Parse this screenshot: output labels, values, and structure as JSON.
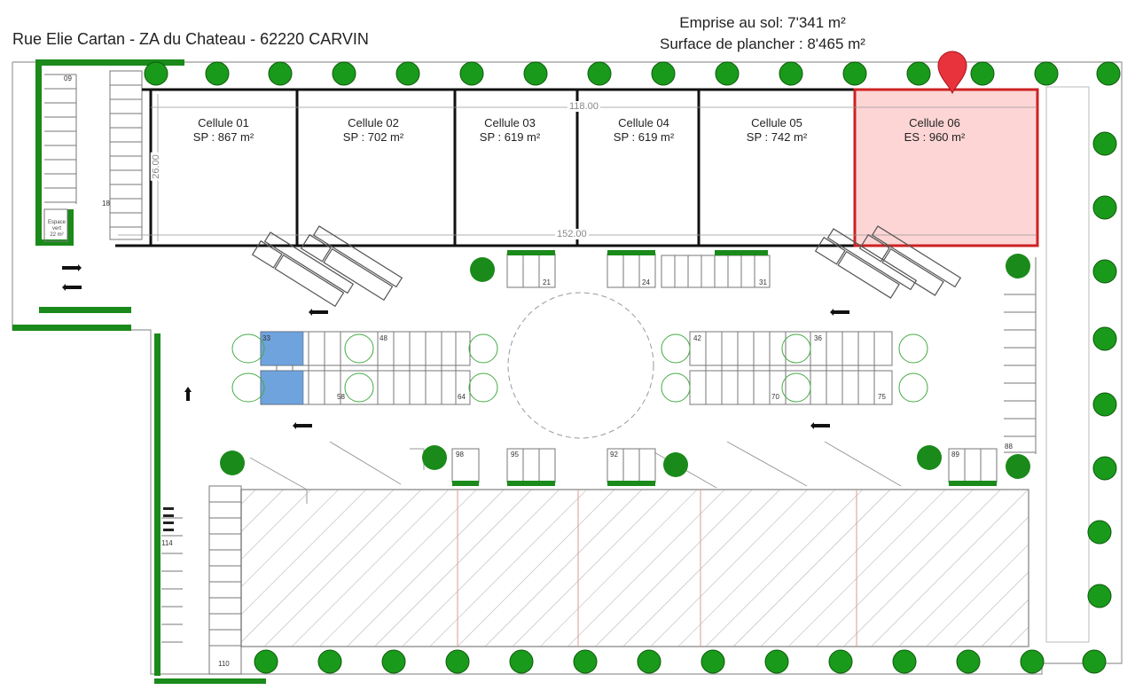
{
  "header": {
    "address": "Rue Elie Cartan - ZA du Chateau - 62220 CARVIN",
    "footprint": "Emprise au sol: 7'341 m²",
    "floor_area": "Surface de plancher : 8'465 m²"
  },
  "cells": [
    {
      "name": "Cellule 01",
      "area": "SP : 867 m²"
    },
    {
      "name": "Cellule 02",
      "area": "SP : 702 m²"
    },
    {
      "name": "Cellule 03",
      "area": "SP : 619 m²"
    },
    {
      "name": "Cellule 04",
      "area": "SP : 619 m²"
    },
    {
      "name": "Cellule 05",
      "area": "SP : 742 m²"
    },
    {
      "name": "Cellule 06",
      "area": "ES : 960 m²",
      "highlighted": true
    }
  ],
  "dimensions": {
    "top": "118.00",
    "bottom": "152.00",
    "depth": "26.00"
  },
  "parking_numbers": {
    "n09": "09",
    "n18": "18",
    "n21": "21",
    "n24": "24",
    "n31": "31",
    "n33": "33",
    "n42": "42",
    "n36": "36",
    "n48": "48",
    "n58": "58",
    "n64": "64",
    "n70": "70",
    "n75": "75",
    "n88": "88",
    "n89": "89",
    "n98": "98",
    "n95": "95",
    "n92": "92",
    "n114": "114",
    "n110": "110"
  },
  "labels": {
    "green_space": "Espace\nvert\n22 m²"
  },
  "colors": {
    "highlight_fill": "#fdd5d5",
    "highlight_stroke": "#c22",
    "hedge": "#1a8a1a",
    "tree": "#1a9a1a",
    "pin": "#e8323c",
    "accessible": "#6fa3dd"
  },
  "marker": {
    "icon": "location-pin-icon"
  }
}
